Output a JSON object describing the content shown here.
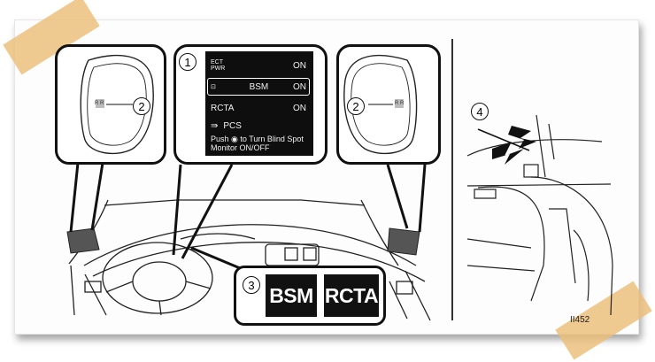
{
  "display": {
    "ect_pwr_line1": "ECT",
    "ect_pwr_line2": "PWR",
    "ect_pwr_value": "ON",
    "bsm_label": "BSM",
    "bsm_value": "ON",
    "rcta_label": "RCTA",
    "rcta_value": "ON",
    "pcs_label": "PCS",
    "push_line1": "Push ◉ to Turn Blind Spot",
    "push_line2": "Monitor ON/OFF"
  },
  "callouts": {
    "n1": "1",
    "n2": "2",
    "n3": "3",
    "n4": "4"
  },
  "mirror_glyph_left": "R R",
  "mirror_glyph_right": "R R",
  "buttons": {
    "bsm": "BSM",
    "rcta": "RCTA"
  },
  "figure_code": "II452"
}
